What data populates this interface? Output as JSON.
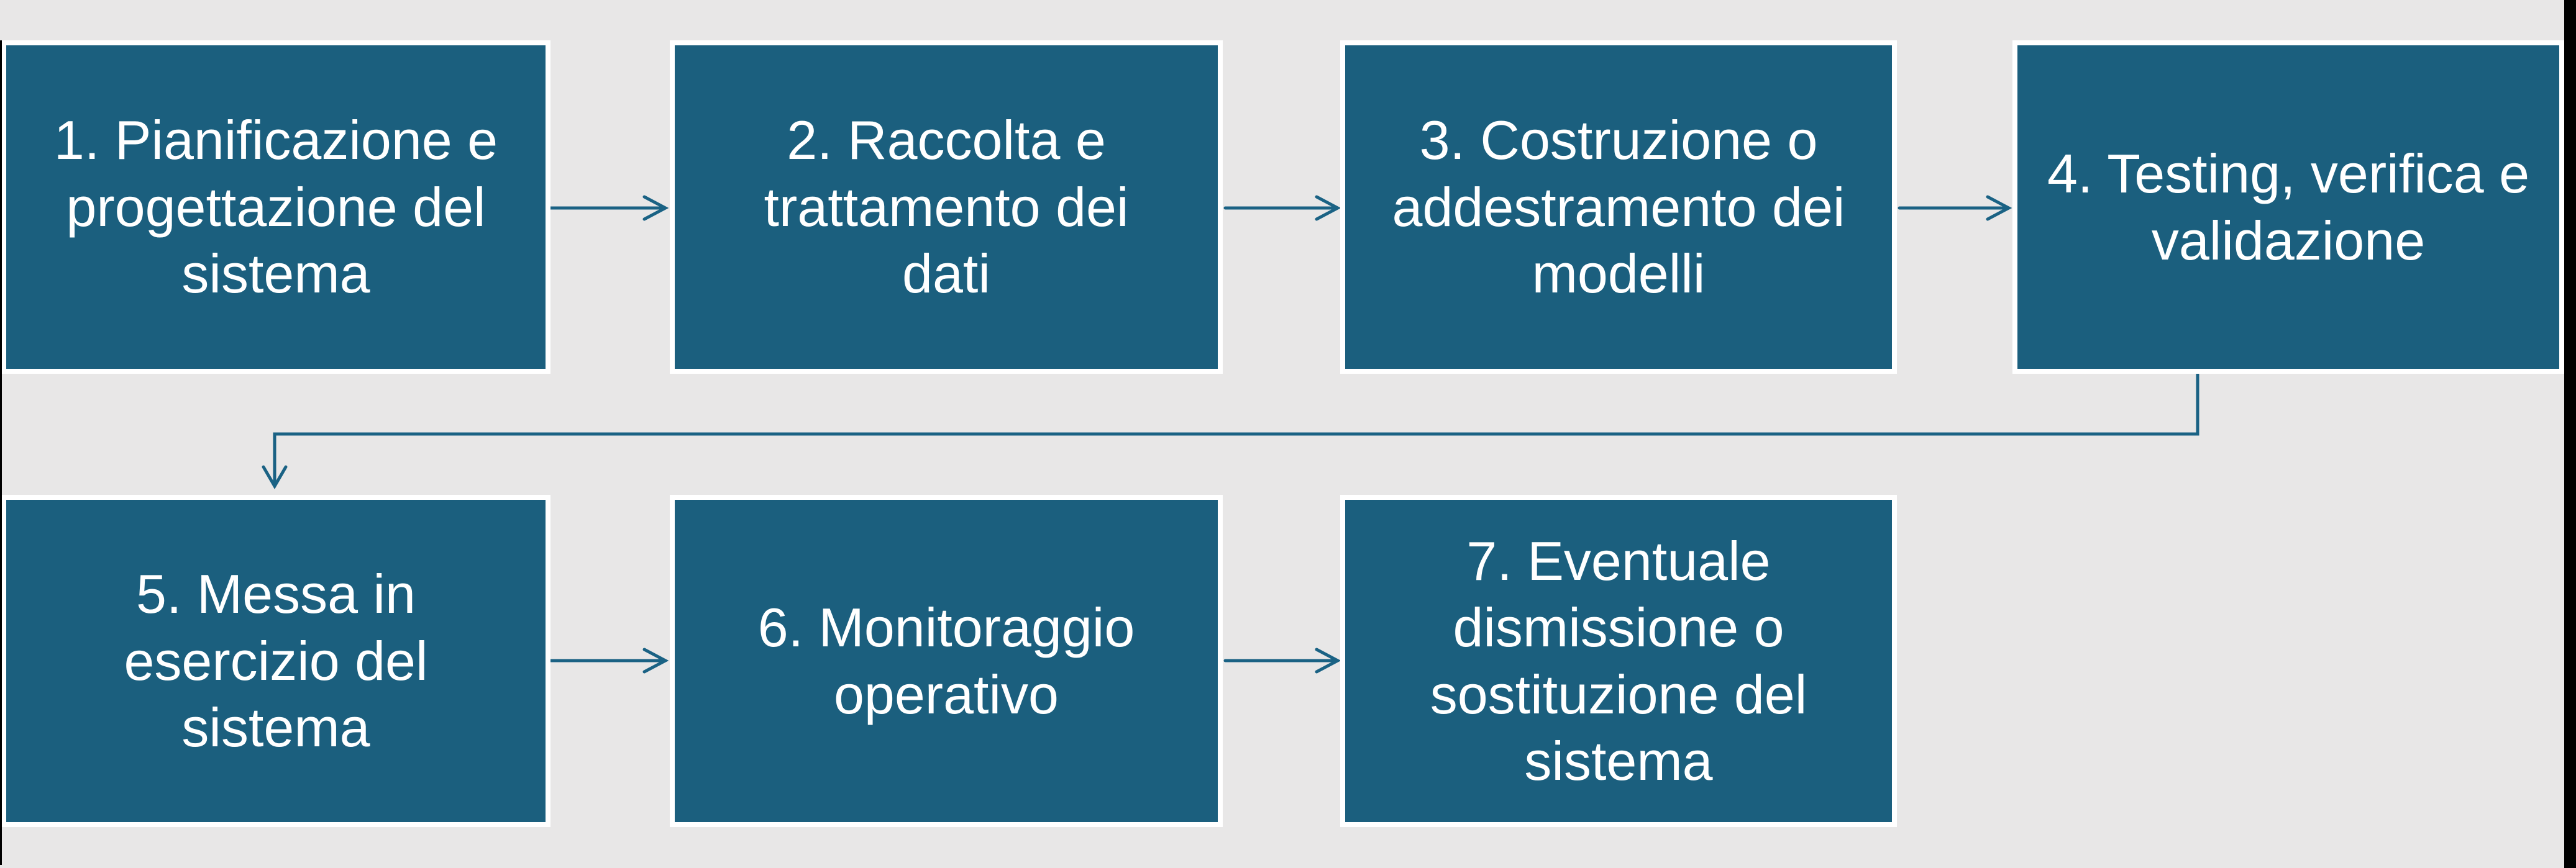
{
  "diagram": {
    "type": "flowchart",
    "language": "it",
    "colors": {
      "box_fill": "#1B5F7E",
      "box_border": "#FFFFFF",
      "text": "#FFFFFF",
      "connector": "#1A6284",
      "background": "#E8E7E7",
      "edge_artifact": "#000000"
    },
    "steps": [
      {
        "id": "1",
        "label": "1. Pianificazione e progettazione del sistema",
        "lines": [
          "1. Pianificazione e",
          "progettazione del",
          "sistema"
        ]
      },
      {
        "id": "2",
        "label": "2. Raccolta e trattamento dei dati",
        "lines": [
          "2. Raccolta e",
          "trattamento dei",
          "dati"
        ]
      },
      {
        "id": "3",
        "label": "3. Costruzione o addestramento dei modelli",
        "lines": [
          "3. Costruzione o",
          "addestramento dei",
          "modelli"
        ]
      },
      {
        "id": "4",
        "label": "4. Testing, verifica e validazione",
        "lines": [
          "4. Testing, verifica e",
          "validazione"
        ]
      },
      {
        "id": "5",
        "label": "5. Messa in esercizio del sistema",
        "lines": [
          "5. Messa in",
          "esercizio del",
          "sistema"
        ]
      },
      {
        "id": "6",
        "label": "6. Monitoraggio operativo",
        "lines": [
          "6. Monitoraggio",
          "operativo"
        ]
      },
      {
        "id": "7",
        "label": "7. Eventuale dismissione o sostituzione del sistema",
        "lines": [
          "7. Eventuale",
          "dismissione o",
          "sostituzione del",
          "sistema"
        ]
      }
    ],
    "connectors": [
      {
        "from": "1",
        "to": "2",
        "style": "straight-arrow"
      },
      {
        "from": "2",
        "to": "3",
        "style": "straight-arrow"
      },
      {
        "from": "3",
        "to": "4",
        "style": "straight-arrow"
      },
      {
        "from": "4",
        "to": "5",
        "style": "elbow-arrow"
      },
      {
        "from": "5",
        "to": "6",
        "style": "straight-arrow"
      },
      {
        "from": "6",
        "to": "7",
        "style": "straight-arrow"
      }
    ]
  }
}
